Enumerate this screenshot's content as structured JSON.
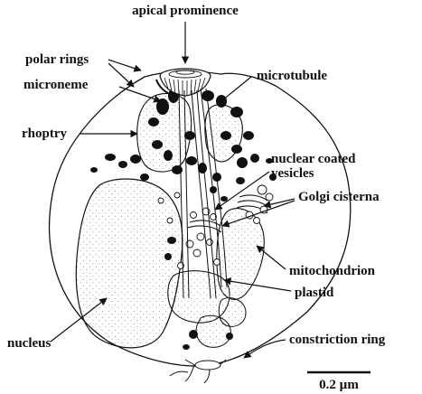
{
  "labels": {
    "apical_prominence": "apical prominence",
    "polar_rings": "polar rings",
    "microneme": "microneme",
    "microtubule": "microtubule",
    "rhoptry": "rhoptry",
    "nuclear_coated_vesicles_line1": "nuclear coated",
    "nuclear_coated_vesicles_line2": "vesicles",
    "golgi_cisterna": "Golgi cisterna",
    "mitochondrion": "mitochondrion",
    "plastid": "plastid",
    "nucleus": "nucleus",
    "constriction_ring": "constriction ring"
  },
  "scale_bar": {
    "label": "0.2 µm"
  },
  "colors": {
    "ink": "#111111",
    "background": "#ffffff",
    "organelle_fill": "#f3f3f3",
    "stipple": "#8a8a8a"
  }
}
